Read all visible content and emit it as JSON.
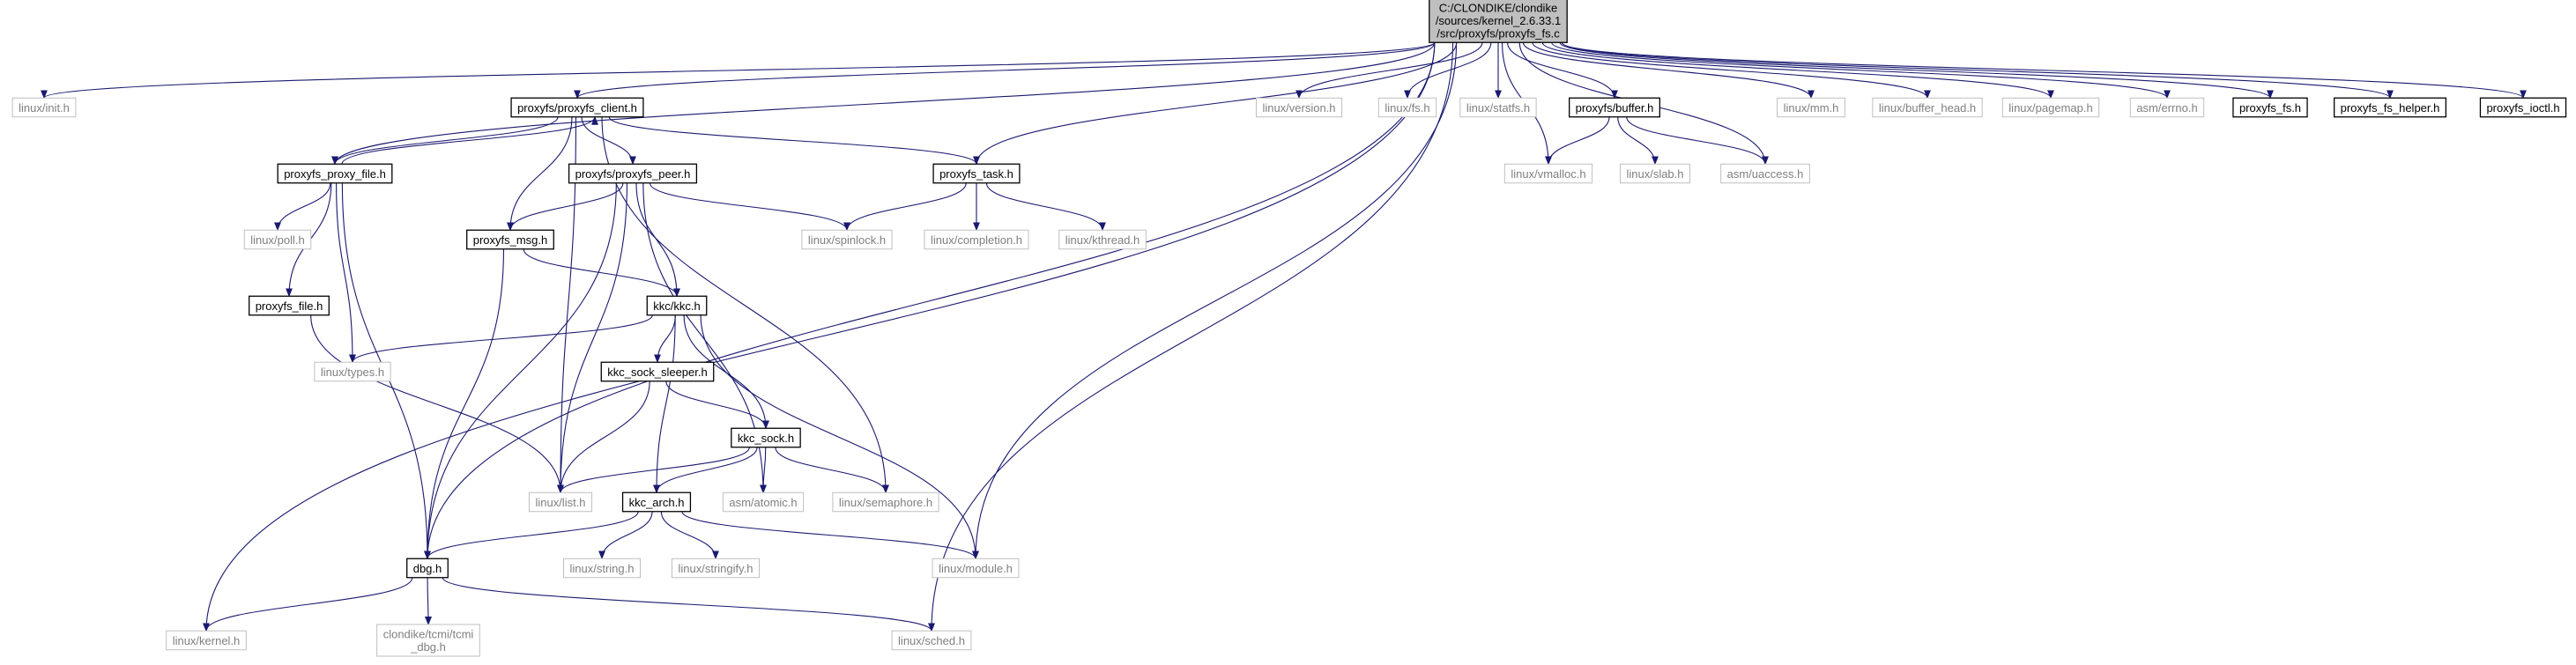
{
  "diagram": {
    "colors": {
      "edge": "#191970",
      "root_fill": "#bfbfbf",
      "local_border": "#000000",
      "system_border": "#bfbfbf",
      "system_text": "#7f7f7f",
      "local_text": "#000000"
    },
    "nodes": [
      {
        "id": "root",
        "lines": [
          "C:/CLONDIKE/clondike",
          "/sources/kernel_2.6.33.1",
          "/src/proxyfs/proxyfs_fs.c"
        ],
        "style": "root"
      },
      {
        "id": "init",
        "lines": [
          "linux/init.h"
        ],
        "style": "system"
      },
      {
        "id": "kernel",
        "lines": [
          "linux/kernel.h"
        ],
        "style": "system"
      },
      {
        "id": "dbg",
        "lines": [
          "dbg.h"
        ],
        "style": "local"
      },
      {
        "id": "proxy_file",
        "lines": [
          "proxyfs_proxy_file.h"
        ],
        "style": "local"
      },
      {
        "id": "client",
        "lines": [
          "proxyfs/proxyfs_client.h"
        ],
        "style": "local"
      },
      {
        "id": "task",
        "lines": [
          "proxyfs_task.h"
        ],
        "style": "local"
      },
      {
        "id": "module",
        "lines": [
          "linux/module.h"
        ],
        "style": "system"
      },
      {
        "id": "sched",
        "lines": [
          "linux/sched.h"
        ],
        "style": "system"
      },
      {
        "id": "version",
        "lines": [
          "linux/version.h"
        ],
        "style": "system"
      },
      {
        "id": "fs",
        "lines": [
          "linux/fs.h"
        ],
        "style": "system"
      },
      {
        "id": "statfs",
        "lines": [
          "linux/statfs.h"
        ],
        "style": "system"
      },
      {
        "id": "buffer",
        "lines": [
          "proxyfs/buffer.h"
        ],
        "style": "local"
      },
      {
        "id": "vmalloc",
        "lines": [
          "linux/vmalloc.h"
        ],
        "style": "system"
      },
      {
        "id": "slab",
        "lines": [
          "linux/slab.h"
        ],
        "style": "system"
      },
      {
        "id": "uaccess",
        "lines": [
          "asm/uaccess.h"
        ],
        "style": "system"
      },
      {
        "id": "mm",
        "lines": [
          "linux/mm.h"
        ],
        "style": "system"
      },
      {
        "id": "buffer_head",
        "lines": [
          "linux/buffer_head.h"
        ],
        "style": "system"
      },
      {
        "id": "pagemap",
        "lines": [
          "linux/pagemap.h"
        ],
        "style": "system"
      },
      {
        "id": "errno",
        "lines": [
          "asm/errno.h"
        ],
        "style": "system"
      },
      {
        "id": "proxyfs_fs",
        "lines": [
          "proxyfs_fs.h"
        ],
        "style": "local"
      },
      {
        "id": "fs_helper",
        "lines": [
          "proxyfs_fs_helper.h"
        ],
        "style": "local"
      },
      {
        "id": "ioctl",
        "lines": [
          "proxyfs_ioctl.h"
        ],
        "style": "local"
      },
      {
        "id": "poll",
        "lines": [
          "linux/poll.h"
        ],
        "style": "system"
      },
      {
        "id": "pfile",
        "lines": [
          "proxyfs_file.h"
        ],
        "style": "local"
      },
      {
        "id": "types",
        "lines": [
          "linux/types.h"
        ],
        "style": "system"
      },
      {
        "id": "list",
        "lines": [
          "linux/list.h"
        ],
        "style": "system"
      },
      {
        "id": "peer",
        "lines": [
          "proxyfs/proxyfs_peer.h"
        ],
        "style": "local"
      },
      {
        "id": "msg",
        "lines": [
          "proxyfs_msg.h"
        ],
        "style": "local"
      },
      {
        "id": "kkc",
        "lines": [
          "kkc/kkc.h"
        ],
        "style": "local"
      },
      {
        "id": "sock_sleeper",
        "lines": [
          "kkc_sock_sleeper.h"
        ],
        "style": "local"
      },
      {
        "id": "sock",
        "lines": [
          "kkc_sock.h"
        ],
        "style": "local"
      },
      {
        "id": "arch",
        "lines": [
          "kkc_arch.h"
        ],
        "style": "local"
      },
      {
        "id": "atomic",
        "lines": [
          "asm/atomic.h"
        ],
        "style": "system"
      },
      {
        "id": "semaphore",
        "lines": [
          "linux/semaphore.h"
        ],
        "style": "system"
      },
      {
        "id": "spinlock",
        "lines": [
          "linux/spinlock.h"
        ],
        "style": "system"
      },
      {
        "id": "completion",
        "lines": [
          "linux/completion.h"
        ],
        "style": "system"
      },
      {
        "id": "kthread",
        "lines": [
          "linux/kthread.h"
        ],
        "style": "system"
      },
      {
        "id": "string",
        "lines": [
          "linux/string.h"
        ],
        "style": "system"
      },
      {
        "id": "stringify",
        "lines": [
          "linux/stringify.h"
        ],
        "style": "system"
      },
      {
        "id": "tcmi_dbg",
        "lines": [
          "clondike/tcmi/tcmi",
          "_dbg.h"
        ],
        "style": "system"
      }
    ],
    "edges": [
      [
        "root",
        "init"
      ],
      [
        "root",
        "kernel"
      ],
      [
        "root",
        "dbg"
      ],
      [
        "root",
        "proxy_file"
      ],
      [
        "root",
        "client"
      ],
      [
        "root",
        "task"
      ],
      [
        "root",
        "module"
      ],
      [
        "root",
        "sched"
      ],
      [
        "root",
        "version"
      ],
      [
        "root",
        "fs"
      ],
      [
        "root",
        "statfs"
      ],
      [
        "root",
        "buffer"
      ],
      [
        "root",
        "vmalloc"
      ],
      [
        "root",
        "uaccess"
      ],
      [
        "root",
        "mm"
      ],
      [
        "root",
        "buffer_head"
      ],
      [
        "root",
        "pagemap"
      ],
      [
        "root",
        "errno"
      ],
      [
        "root",
        "proxyfs_fs"
      ],
      [
        "root",
        "fs_helper"
      ],
      [
        "root",
        "ioctl"
      ],
      [
        "proxy_file",
        "client"
      ],
      [
        "proxy_file",
        "poll"
      ],
      [
        "proxy_file",
        "pfile"
      ],
      [
        "proxy_file",
        "types"
      ],
      [
        "proxy_file",
        "dbg"
      ],
      [
        "client",
        "proxy_file"
      ],
      [
        "client",
        "peer"
      ],
      [
        "client",
        "task"
      ],
      [
        "client",
        "msg"
      ],
      [
        "client",
        "list"
      ],
      [
        "client",
        "semaphore"
      ],
      [
        "peer",
        "msg"
      ],
      [
        "peer",
        "spinlock"
      ],
      [
        "peer",
        "kkc"
      ],
      [
        "peer",
        "list"
      ],
      [
        "peer",
        "dbg"
      ],
      [
        "peer",
        "atomic"
      ],
      [
        "task",
        "spinlock"
      ],
      [
        "task",
        "completion"
      ],
      [
        "task",
        "kthread"
      ],
      [
        "buffer",
        "vmalloc"
      ],
      [
        "buffer",
        "slab"
      ],
      [
        "buffer",
        "uaccess"
      ],
      [
        "msg",
        "kkc"
      ],
      [
        "msg",
        "dbg"
      ],
      [
        "pfile",
        "list"
      ],
      [
        "kkc",
        "types"
      ],
      [
        "kkc",
        "sock_sleeper"
      ],
      [
        "kkc",
        "sock"
      ],
      [
        "kkc",
        "arch"
      ],
      [
        "kkc",
        "module"
      ],
      [
        "sock_sleeper",
        "sock"
      ],
      [
        "sock_sleeper",
        "list"
      ],
      [
        "sock",
        "list"
      ],
      [
        "sock",
        "arch"
      ],
      [
        "sock",
        "atomic"
      ],
      [
        "sock",
        "semaphore"
      ],
      [
        "arch",
        "dbg"
      ],
      [
        "arch",
        "string"
      ],
      [
        "arch",
        "stringify"
      ],
      [
        "arch",
        "module"
      ],
      [
        "dbg",
        "kernel"
      ],
      [
        "dbg",
        "tcmi_dbg"
      ],
      [
        "dbg",
        "sched"
      ]
    ]
  }
}
